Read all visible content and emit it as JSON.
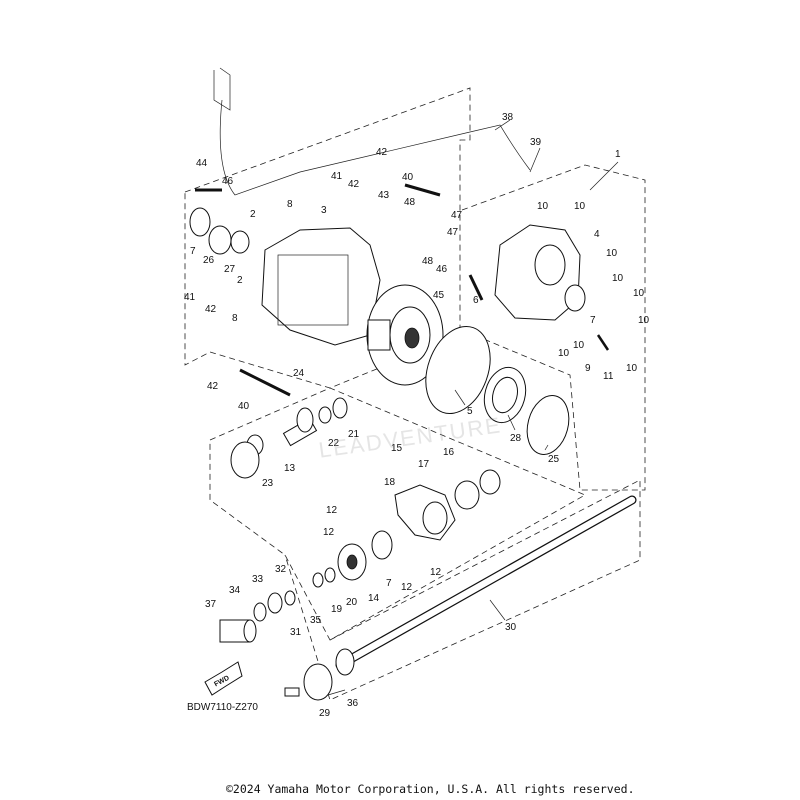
{
  "diagram": {
    "drawing_id": "BDW7110-Z270",
    "fwd_label": "FWD",
    "copyright": "©2024 Yamaha Motor Corporation, U.S.A. All rights reserved.",
    "watermark": "LEADVENTURE",
    "labels": [
      "1",
      "2",
      "2",
      "3",
      "4",
      "5",
      "6",
      "7",
      "7",
      "7",
      "8",
      "8",
      "9",
      "10",
      "10",
      "10",
      "10",
      "10",
      "10",
      "10",
      "10",
      "10",
      "11",
      "12",
      "12",
      "12",
      "12",
      "13",
      "14",
      "15",
      "16",
      "17",
      "18",
      "19",
      "20",
      "21",
      "22",
      "23",
      "24",
      "25",
      "26",
      "27",
      "28",
      "29",
      "30",
      "31",
      "32",
      "33",
      "34",
      "35",
      "36",
      "37",
      "38",
      "39",
      "40",
      "40",
      "41",
      "41",
      "42",
      "42",
      "42",
      "42",
      "43",
      "44",
      "45",
      "46",
      "46",
      "47",
      "47",
      "48",
      "48"
    ]
  }
}
